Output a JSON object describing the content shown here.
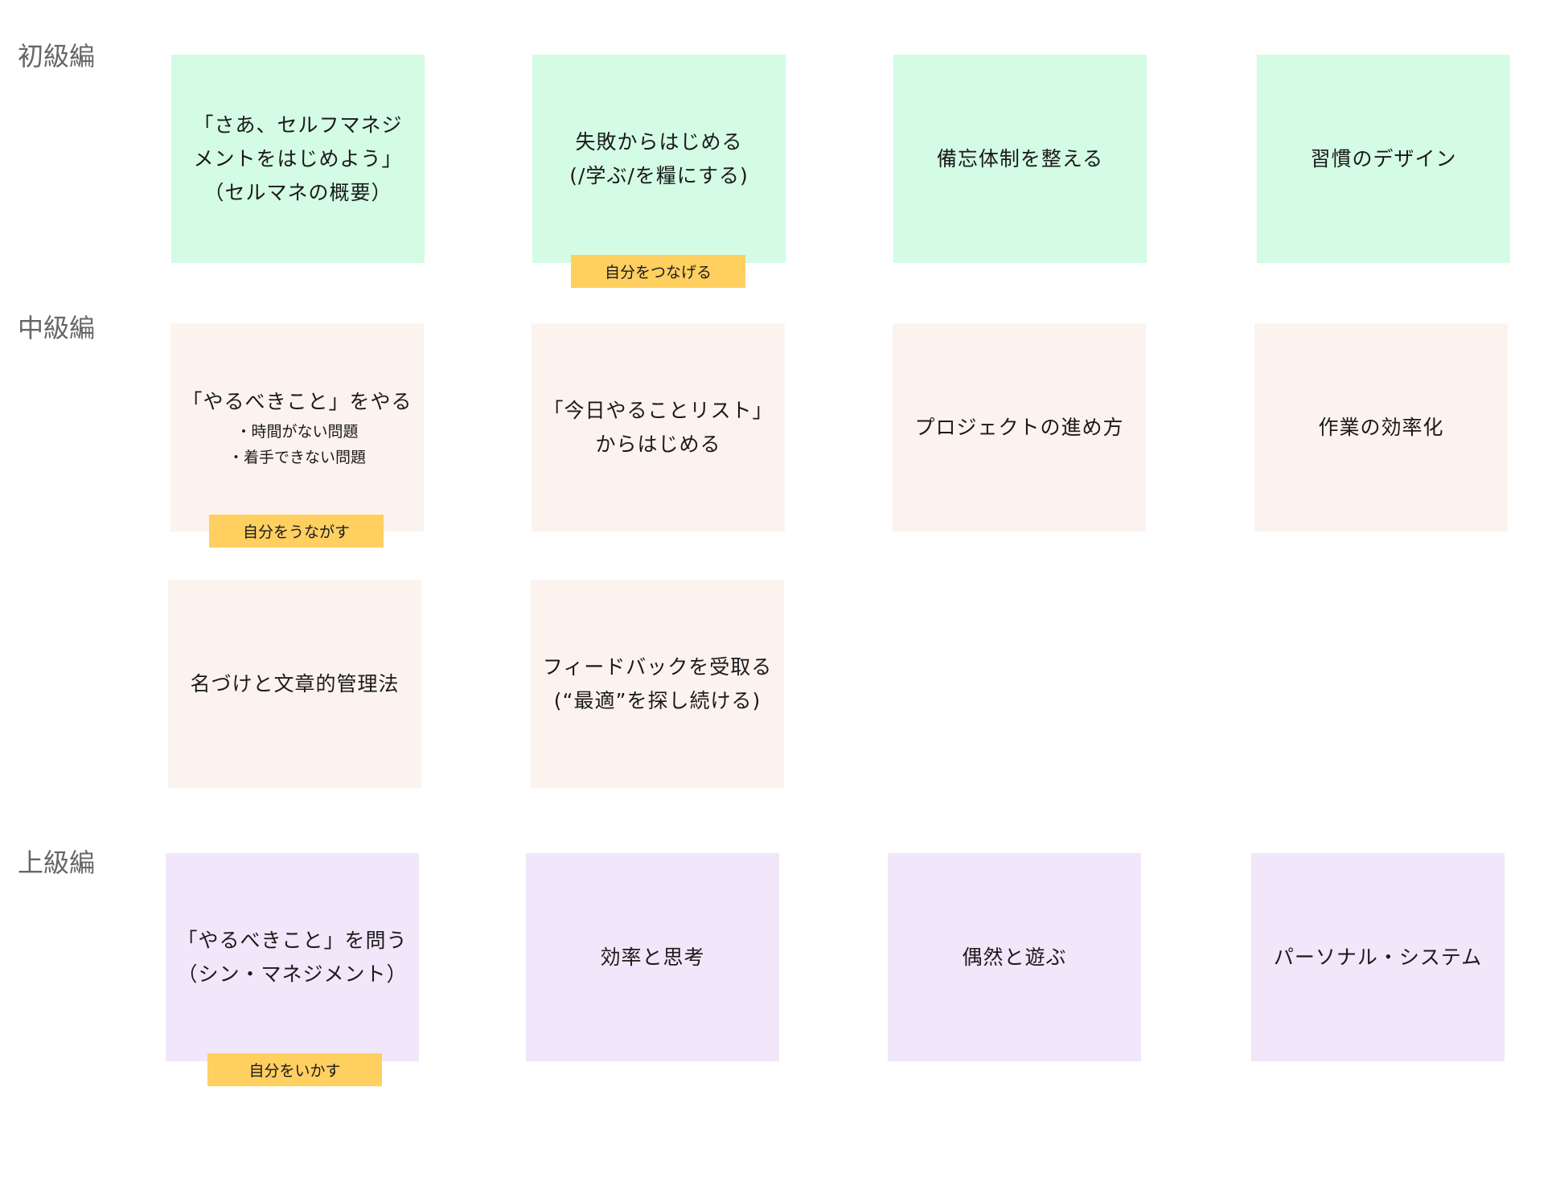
{
  "sections": [
    {
      "label": "初級編"
    },
    {
      "label": "中級編"
    },
    {
      "label": "上級編"
    }
  ],
  "colors": {
    "beginner": "#d4fbe4",
    "intermediate": "#fcf3ee",
    "advanced": "#f1e6fa",
    "badge": "#ffcf60",
    "section_label": "#666666"
  },
  "beginner": {
    "notes": [
      {
        "lines": [
          "「さあ、セルフマネジ",
          "メントをはじめよう」",
          "（セルマネの概要）"
        ]
      },
      {
        "lines": [
          "失敗からはじめる",
          "(/学ぶ/を糧にする)"
        ],
        "badge": "自分をつなげる"
      },
      {
        "lines": [
          "備忘体制を整える"
        ]
      },
      {
        "lines": [
          "習慣のデザイン"
        ]
      }
    ]
  },
  "intermediate": {
    "notes": [
      {
        "lines": [
          "「やるべきこと」をやる"
        ],
        "sub": [
          "・時間がない問題",
          "・着手できない問題"
        ],
        "badge": "自分をうながす"
      },
      {
        "lines": [
          "「今日やることリスト」",
          "からはじめる"
        ]
      },
      {
        "lines": [
          "プロジェクトの進め方"
        ]
      },
      {
        "lines": [
          "作業の効率化"
        ]
      },
      {
        "lines": [
          "名づけと文章的管理法"
        ]
      },
      {
        "lines": [
          "フィードバックを受取る",
          "(“最適”を探し続ける)"
        ]
      }
    ]
  },
  "advanced": {
    "notes": [
      {
        "lines": [
          "「やるべきこと」を問う",
          "（シン・マネジメント）"
        ],
        "badge": "自分をいかす"
      },
      {
        "lines": [
          "効率と思考"
        ]
      },
      {
        "lines": [
          "偶然と遊ぶ"
        ]
      },
      {
        "lines": [
          "パーソナル・システム"
        ]
      }
    ]
  }
}
